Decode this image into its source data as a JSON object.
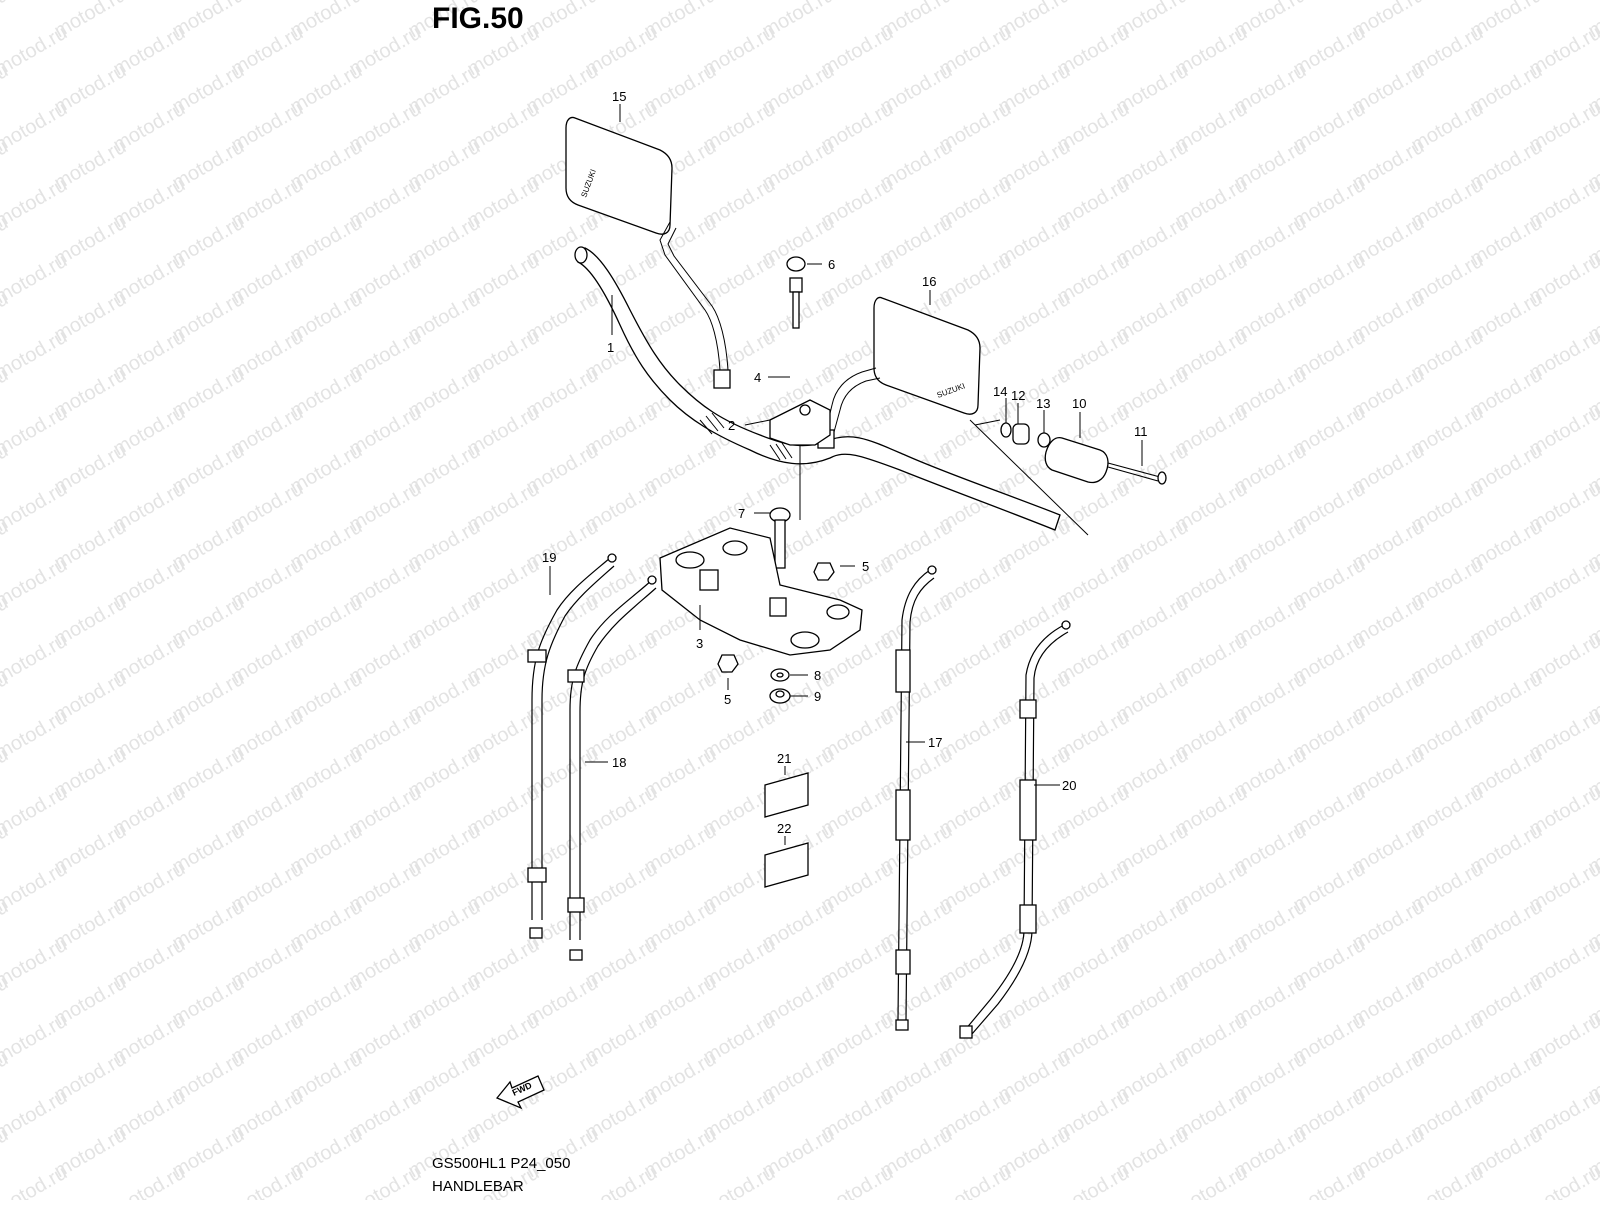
{
  "figure": {
    "title": "FIG.50",
    "model_code": "GS500HL1 P24_050",
    "section": "HANDLEBAR"
  },
  "watermark": {
    "text": "motod.ru",
    "color": "#9c9c9c"
  },
  "mirror_brand": "SUZUKI",
  "direction_arrow": "FWD",
  "callouts": [
    {
      "id": "1",
      "label": "1"
    },
    {
      "id": "2",
      "label": "2"
    },
    {
      "id": "3",
      "label": "3"
    },
    {
      "id": "4",
      "label": "4"
    },
    {
      "id": "5a",
      "label": "5"
    },
    {
      "id": "5b",
      "label": "5"
    },
    {
      "id": "6",
      "label": "6"
    },
    {
      "id": "7",
      "label": "7"
    },
    {
      "id": "8",
      "label": "8"
    },
    {
      "id": "9",
      "label": "9"
    },
    {
      "id": "10",
      "label": "10"
    },
    {
      "id": "11",
      "label": "11"
    },
    {
      "id": "12",
      "label": "12"
    },
    {
      "id": "13",
      "label": "13"
    },
    {
      "id": "14",
      "label": "14"
    },
    {
      "id": "15",
      "label": "15"
    },
    {
      "id": "16",
      "label": "16"
    },
    {
      "id": "17",
      "label": "17"
    },
    {
      "id": "18",
      "label": "18"
    },
    {
      "id": "19",
      "label": "19"
    },
    {
      "id": "20",
      "label": "20"
    },
    {
      "id": "21",
      "label": "21"
    },
    {
      "id": "22",
      "label": "22"
    }
  ]
}
